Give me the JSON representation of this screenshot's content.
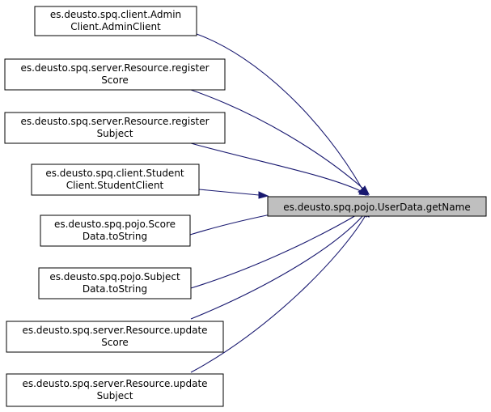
{
  "diagram": {
    "target": {
      "lines": [
        "es.deusto.spq.pojo.UserData.getName"
      ]
    },
    "callers": [
      {
        "lines": [
          "es.deusto.spq.client.Admin",
          "Client.AdminClient"
        ]
      },
      {
        "lines": [
          "es.deusto.spq.server.Resource.register",
          "Score"
        ]
      },
      {
        "lines": [
          "es.deusto.spq.server.Resource.register",
          "Subject"
        ]
      },
      {
        "lines": [
          "es.deusto.spq.client.Student",
          "Client.StudentClient"
        ]
      },
      {
        "lines": [
          "es.deusto.spq.pojo.Score",
          "Data.toString"
        ]
      },
      {
        "lines": [
          "es.deusto.spq.pojo.Subject",
          "Data.toString"
        ]
      },
      {
        "lines": [
          "es.deusto.spq.server.Resource.update",
          "Score"
        ]
      },
      {
        "lines": [
          "es.deusto.spq.server.Resource.update",
          "Subject"
        ]
      }
    ]
  }
}
